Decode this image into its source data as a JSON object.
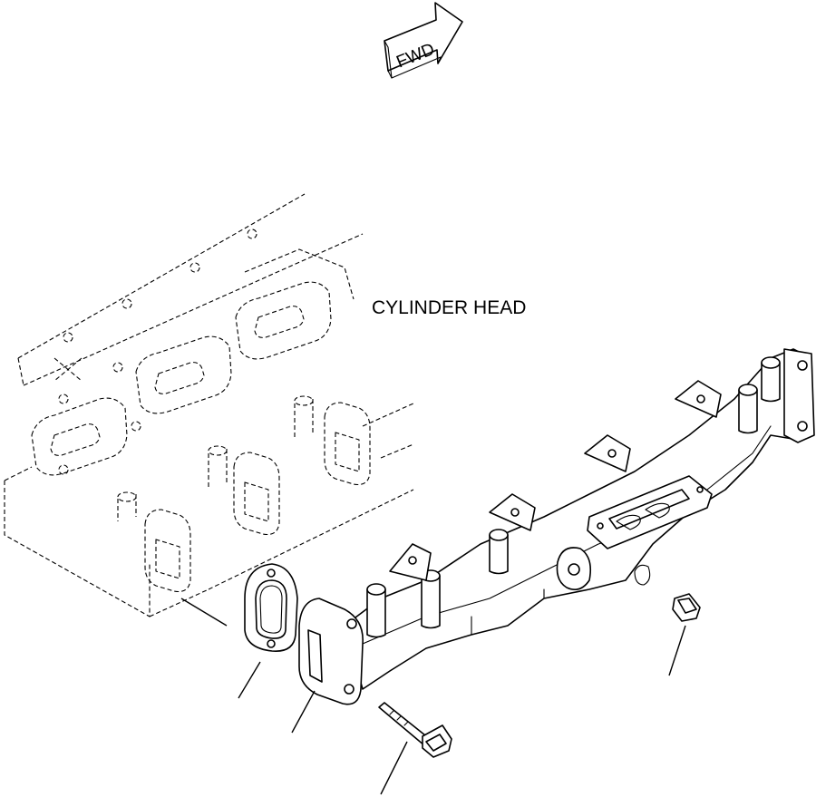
{
  "labels": {
    "fwd": "FWD",
    "cylinder_head": "CYLINDER HEAD"
  },
  "colors": {
    "line": "#000000",
    "background": "#ffffff"
  },
  "parts": [
    {
      "name": "cylinder-head",
      "style": "dashed"
    },
    {
      "name": "manifold-gasket",
      "style": "solid"
    },
    {
      "name": "exhaust-manifold",
      "style": "solid"
    },
    {
      "name": "manifold-bolt",
      "style": "solid"
    },
    {
      "name": "plug",
      "style": "solid"
    }
  ]
}
